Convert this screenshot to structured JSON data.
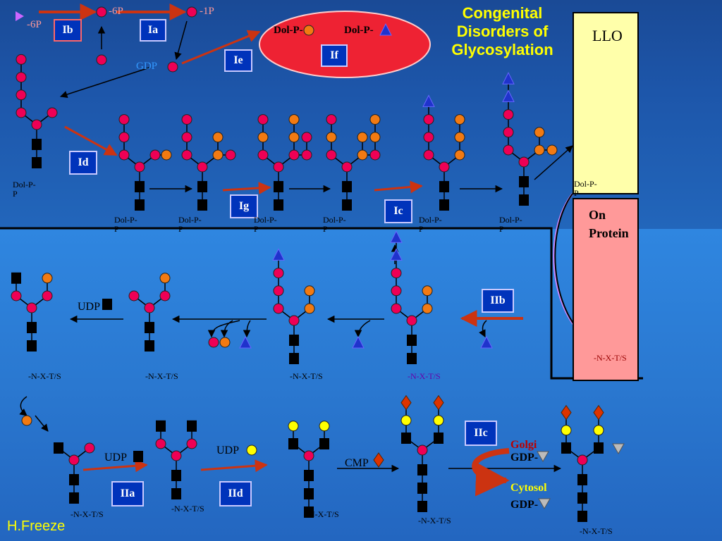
{
  "title": "Congenital\nDisorders of\nGlycosylation",
  "author": "H.Freeze",
  "panels": {
    "llo": "LLO",
    "protein": "On\nProtein"
  },
  "steps": {
    "Ia": "Ia",
    "Ib": "Ib",
    "Ic_top": "Ic",
    "Id": "Id",
    "Ie": "Ie",
    "If": "If",
    "Ig": "Ig",
    "IIa": "IIa",
    "IIb": "IIb",
    "IIc": "IIc",
    "IId": "IId"
  },
  "metabolites": {
    "m6p_man": "-6P",
    "m1p_man": "-1P",
    "m6p_glc": "-6P",
    "gdp": "GDP",
    "dol_p_man": "Dol-P-",
    "dol_p_glc": "Dol-P-",
    "udp_glcnac_1": "UDP",
    "udp_glcnac_2": "UDP",
    "udp_gal": "UDP",
    "cmp": "CMP",
    "gdp_golgi": "GDP-",
    "gdp_cytosol": "GDP-"
  },
  "compartments": {
    "golgi": "Golgi",
    "cytosol": "Cytosol"
  },
  "carrier_labels": {
    "dolpp": "Dol-P-\nP",
    "asn": "-N-X-T/S"
  },
  "legend_colors": {
    "glcnac": "#000000",
    "mannose": "#ee0055",
    "glucose": "#1f33cc",
    "glucose_outline": "#6666ff",
    "galactose": "#ffff00",
    "sialic_acid": "#dd3300",
    "fucose": "#bbbbbb",
    "mannose_orange": "#f27a12",
    "arrow_red": "#cc3311",
    "golgi_text": "#bb0000"
  }
}
